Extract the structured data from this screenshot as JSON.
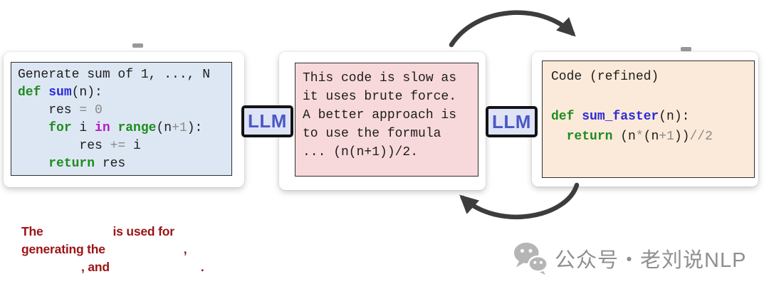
{
  "colors": {
    "background": "#ffffff",
    "arrow": "#3d3d3d",
    "initial_box_bg": "#dde7f3",
    "feedback_box_bg": "#f8d9db",
    "refined_box_bg": "#fbead9",
    "box_border": "#2f2f2f",
    "llm_badge_bg": "#dfe3f6",
    "llm_badge_border": "#141414",
    "llm_badge_text": "#4a58c4",
    "code_plain": "#1c1c1c",
    "code_keyword_green": "#1e8c1e",
    "code_function_blue": "#2b2bd6",
    "code_operator_gray": "#8a8a8a",
    "code_keyword_magenta": "#b818c9",
    "annotation_red": "#9b1315",
    "watermark_gray": "#8f8f8f"
  },
  "initial_card": {
    "code_lines": [
      [
        {
          "t": "Generate sum of 1, ..., N",
          "c": "p"
        }
      ],
      [
        {
          "t": "def",
          "c": "k"
        },
        {
          "t": " ",
          "c": "p"
        },
        {
          "t": "sum",
          "c": "nf"
        },
        {
          "t": "(n):",
          "c": "p"
        }
      ],
      [
        {
          "t": "    res ",
          "c": "p"
        },
        {
          "t": "= 0",
          "c": "o"
        }
      ],
      [
        {
          "t": "    ",
          "c": "p"
        },
        {
          "t": "for",
          "c": "k"
        },
        {
          "t": " i ",
          "c": "p"
        },
        {
          "t": "in",
          "c": "km"
        },
        {
          "t": " ",
          "c": "p"
        },
        {
          "t": "range",
          "c": "k"
        },
        {
          "t": "(n",
          "c": "p"
        },
        {
          "t": "+1",
          "c": "o"
        },
        {
          "t": "):",
          "c": "p"
        }
      ],
      [
        {
          "t": "        res ",
          "c": "p"
        },
        {
          "t": "+=",
          "c": "o"
        },
        {
          "t": " i",
          "c": "p"
        }
      ],
      [
        {
          "t": "    ",
          "c": "p"
        },
        {
          "t": "return",
          "c": "k"
        },
        {
          "t": " res",
          "c": "p"
        }
      ]
    ]
  },
  "feedback_card": {
    "lines": [
      "This code is slow as",
      "it uses brute force.",
      "A better approach is",
      "to use the formula",
      "... (n(n+1))/2."
    ]
  },
  "refined_card": {
    "code_lines": [
      [
        {
          "t": "Code (refined)",
          "c": "p"
        }
      ],
      [
        {
          "t": " ",
          "c": "p"
        }
      ],
      [
        {
          "t": "def",
          "c": "k"
        },
        {
          "t": " ",
          "c": "p"
        },
        {
          "t": "sum_faster",
          "c": "nf"
        },
        {
          "t": "(n):",
          "c": "p"
        }
      ],
      [
        {
          "t": "  ",
          "c": "p"
        },
        {
          "t": "return",
          "c": "k"
        },
        {
          "t": " (n",
          "c": "p"
        },
        {
          "t": "*",
          "c": "o"
        },
        {
          "t": "(n",
          "c": "p"
        },
        {
          "t": "+1",
          "c": "o"
        },
        {
          "t": "))",
          "c": "p"
        },
        {
          "t": "//2",
          "c": "o"
        }
      ]
    ]
  },
  "llm_badges": {
    "left_label": "LLM",
    "right_label": "LLM"
  },
  "annotation": {
    "line1_a": "The",
    "line1_b": "is used for",
    "line2_a": "generating the",
    "line2_b": ",",
    "line3_a": ", and",
    "line3_b": "."
  },
  "watermark": {
    "label": "公众号・老刘说NLP",
    "icon": "wechat-icon"
  }
}
